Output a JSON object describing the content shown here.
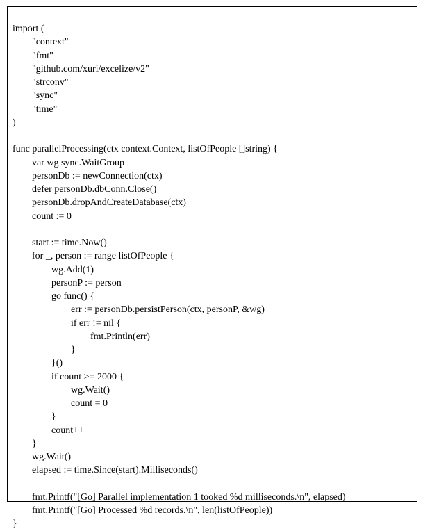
{
  "figure": {
    "name": "code-listing-box",
    "border_color": "#000000",
    "background_color": "#ffffff",
    "text_color": "#000000",
    "language": "go"
  },
  "code": {
    "indent_unit": "        ",
    "lines": [
      "import (",
      "        \"context\"",
      "        \"fmt\"",
      "        \"github.com/xuri/excelize/v2\"",
      "        \"strconv\"",
      "        \"sync\"",
      "        \"time\"",
      ")",
      "",
      "func parallelProcessing(ctx context.Context, listOfPeople []string) {",
      "        var wg sync.WaitGroup",
      "        personDb := newConnection(ctx)",
      "        defer personDb.dbConn.Close()",
      "        personDb.dropAndCreateDatabase(ctx)",
      "        count := 0",
      "",
      "        start := time.Now()",
      "        for _, person := range listOfPeople {",
      "                wg.Add(1)",
      "                personP := person",
      "                go func() {",
      "                        err := personDb.persistPerson(ctx, personP, &wg)",
      "                        if err != nil {",
      "                                fmt.Println(err)",
      "                        }",
      "                }()",
      "                if count >= 2000 {",
      "                        wg.Wait()",
      "                        count = 0",
      "                }",
      "                count++",
      "        }",
      "        wg.Wait()",
      "        elapsed := time.Since(start).Milliseconds()",
      "",
      "        fmt.Printf(\"[Go] Parallel implementation 1 tooked %d milliseconds.\\n\", elapsed)",
      "        fmt.Printf(\"[Go] Processed %d records.\\n\", len(listOfPeople))",
      "}"
    ]
  }
}
